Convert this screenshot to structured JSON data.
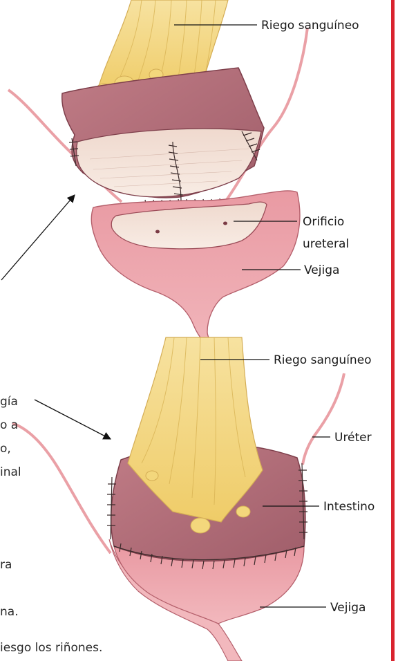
{
  "labels": {
    "top_blood_supply": "Riego sanguíneo",
    "ureteral_orifice_line1": "Orificio",
    "ureteral_orifice_line2": "ureteral",
    "top_bladder": "Vejiga",
    "bottom_blood_supply": "Riego sanguíneo",
    "ureter": "Uréter",
    "intestine": "Intestino",
    "bottom_bladder": "Vejiga"
  },
  "clipped_text": {
    "line1": "gía",
    "line2": "o a",
    "line3": "o,",
    "line4": "inal",
    "line5": "ra",
    "line6": "na.",
    "line7": "iesgo los riñones."
  },
  "colors": {
    "fat": "#f1d27a",
    "fat_shadow": "#d9b455",
    "intestine": "#b8707a",
    "intestine_dark": "#8f4c58",
    "bladder": "#eba3ab",
    "bladder_dark": "#c87580",
    "inner_wall": "#f6e8e0",
    "vessel": "#eaa0a6",
    "suture": "#3a2a2a",
    "accent_bar": "#d9232e"
  }
}
